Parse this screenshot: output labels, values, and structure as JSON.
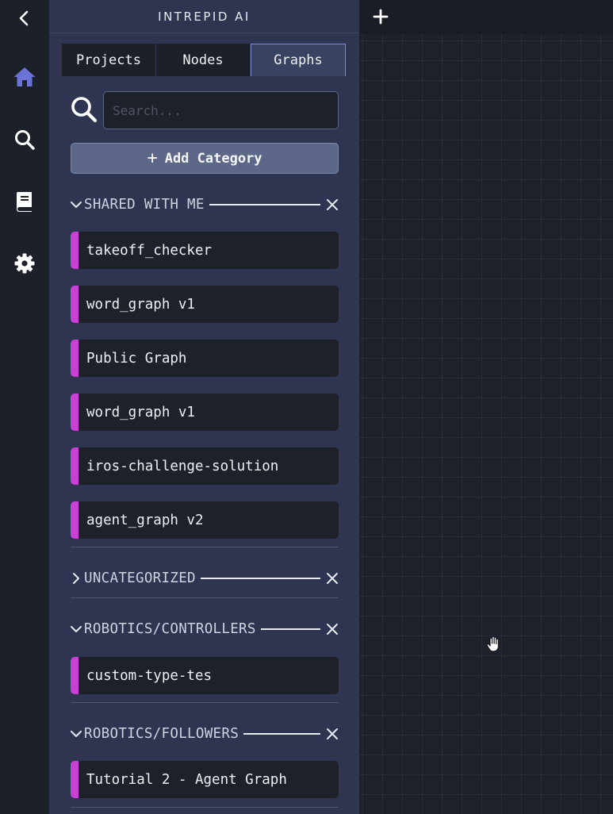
{
  "app": {
    "brand": "INTREPID AI"
  },
  "rail": {
    "items": [
      {
        "icon": "chevron-left-icon"
      },
      {
        "icon": "home-icon",
        "color": "#6b74d6"
      },
      {
        "icon": "search-icon"
      },
      {
        "icon": "book-icon"
      },
      {
        "icon": "gear-icon"
      }
    ]
  },
  "tabs": [
    {
      "label": "Projects"
    },
    {
      "label": "Nodes"
    },
    {
      "label": "Graphs",
      "active": true
    }
  ],
  "search": {
    "placeholder": "Search...",
    "value": ""
  },
  "add_category": {
    "label": "Add Category"
  },
  "categories": [
    {
      "title": "SHARED WITH ME",
      "expanded": true,
      "items": [
        {
          "label": "takeoff_checker"
        },
        {
          "label": "word_graph v1"
        },
        {
          "label": "Public Graph"
        },
        {
          "label": "word_graph v1"
        },
        {
          "label": "iros-challenge-solution"
        },
        {
          "label": "agent_graph v2"
        }
      ]
    },
    {
      "title": "UNCATEGORIZED",
      "expanded": false,
      "items": []
    },
    {
      "title": "ROBOTICS/CONTROLLERS",
      "expanded": true,
      "items": [
        {
          "label": "custom-type-tes"
        }
      ]
    },
    {
      "title": "ROBOTICS/FOLLOWERS",
      "expanded": true,
      "items": [
        {
          "label": "Tutorial 2 - Agent Graph"
        }
      ]
    }
  ],
  "colors": {
    "accent": "#c840d4",
    "panel": "#2f3550",
    "active_icon": "#6b74d6",
    "canvas": "#1e2129"
  }
}
